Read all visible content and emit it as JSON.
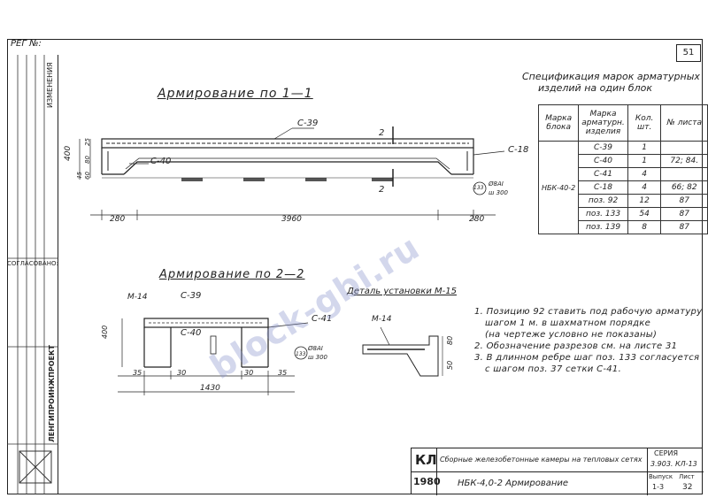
{
  "sheet": {
    "reg_no": "РЕГ №:",
    "page_number": "51",
    "border_color": "#222222"
  },
  "specification": {
    "title_line1": "Спецификация марок арматурных",
    "title_line2": "изделий на один блок",
    "headers": [
      "Марка блока",
      "Марка арматурн. изделия",
      "Кол. шт.",
      "№ листа"
    ],
    "block_mark": "НБК-40-2",
    "rows": [
      {
        "mark": "С-39",
        "qty": "1",
        "sheet": ""
      },
      {
        "mark": "С-40",
        "qty": "1",
        "sheet": "72; 84."
      },
      {
        "mark": "С-41",
        "qty": "4",
        "sheet": ""
      },
      {
        "mark": "С-18",
        "qty": "4",
        "sheet": "66; 82"
      },
      {
        "mark": "поз. 92",
        "qty": "12",
        "sheet": "87"
      },
      {
        "mark": "поз. 133",
        "qty": "54",
        "sheet": "87"
      },
      {
        "mark": "поз. 139",
        "qty": "8",
        "sheet": "87"
      }
    ]
  },
  "section1": {
    "title": "Армирование по 1—1",
    "label_c39": "С-39",
    "label_c40": "С-40",
    "label_c18": "С-18",
    "cut_label_top": "2",
    "cut_label_bottom": "2",
    "dim_left": "280",
    "dim_middle": "3960",
    "dim_right": "280",
    "dim_height": "400",
    "dim_h1": "25",
    "dim_h2": "80",
    "dim_h3": "60",
    "dim_h4": "45",
    "callout_num": "133",
    "callout_text1": "Ø8АI",
    "callout_text2": "ш 300"
  },
  "section2": {
    "title": "Армирование по 2—2",
    "label_m14": "М-14",
    "label_c39": "С-39",
    "label_c40": "С-40",
    "label_c41": "С-41",
    "dim_height": "400",
    "dim_30a": "30",
    "dim_35a": "35",
    "dim_30b": "30",
    "dim_35b": "35",
    "dim_total": "1430",
    "callout_num": "133",
    "callout_text1": "Ø8АI",
    "callout_text2": "ш 300"
  },
  "detail": {
    "title": "Деталь установки М-15",
    "label_m14": "М-14",
    "dim_80": "80",
    "dim_50": "50"
  },
  "notes": [
    "1. Позицию 92 ставить под рабочую арматуру",
    "шагом 1 м. в шахматном порядке",
    "(на чертеже условно не показаны)",
    "2. Обозначение разрезов см. на листе 31",
    "3. В длинном ребре шаг поз. 133 согласуется",
    "с шагом поз. 37 сетки С-41."
  ],
  "stamp": {
    "kl": "КЛ",
    "year": "1980",
    "title": "Сборные железобетонные камеры на тепловых сетях",
    "drawing": "НБК-4,0-2 Армирование",
    "series_label": "СЕРИЯ",
    "series_value": "3.903. КЛ-13",
    "issue_label": "Выпуск",
    "issue_value": "1-3",
    "sheet_label": "Лист",
    "sheet_value": "32"
  },
  "left_strip": {
    "org": "ЛЕНГИПРОИНЖПРОЕКТ",
    "agreed": "СОГЛАСОВАНО:",
    "changes": "ИЗМЕНЕНИЯ"
  },
  "watermark": "block-gbi.ru"
}
